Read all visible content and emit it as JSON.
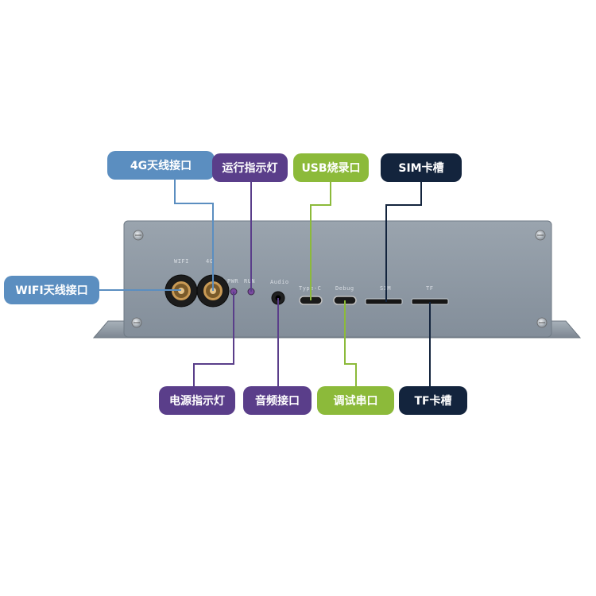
{
  "panel": {
    "port_labels": {
      "wifi": "WIFI",
      "g4": "4G",
      "pwr": "PWR",
      "run": "RUN",
      "audio": "Audio",
      "typec": "Type-C",
      "debug": "Debug",
      "sim": "SIM",
      "tf": "TF"
    }
  },
  "callouts": {
    "antenna_4g": "4G天线接口",
    "run_led": "运行指示灯",
    "usb_burn": "USB烧录口",
    "sim_slot": "SIM卡槽",
    "wifi_antenna": "WIFI天线接口",
    "power_led": "电源指示灯",
    "audio_jack": "音频接口",
    "debug_serial": "调试串口",
    "tf_slot": "TF卡槽"
  },
  "colors": {
    "blue": "#5b8ec0",
    "purple": "#5a3e8a",
    "green": "#8cba3a",
    "navy": "#13243d",
    "panel": "#8f9aa6"
  }
}
